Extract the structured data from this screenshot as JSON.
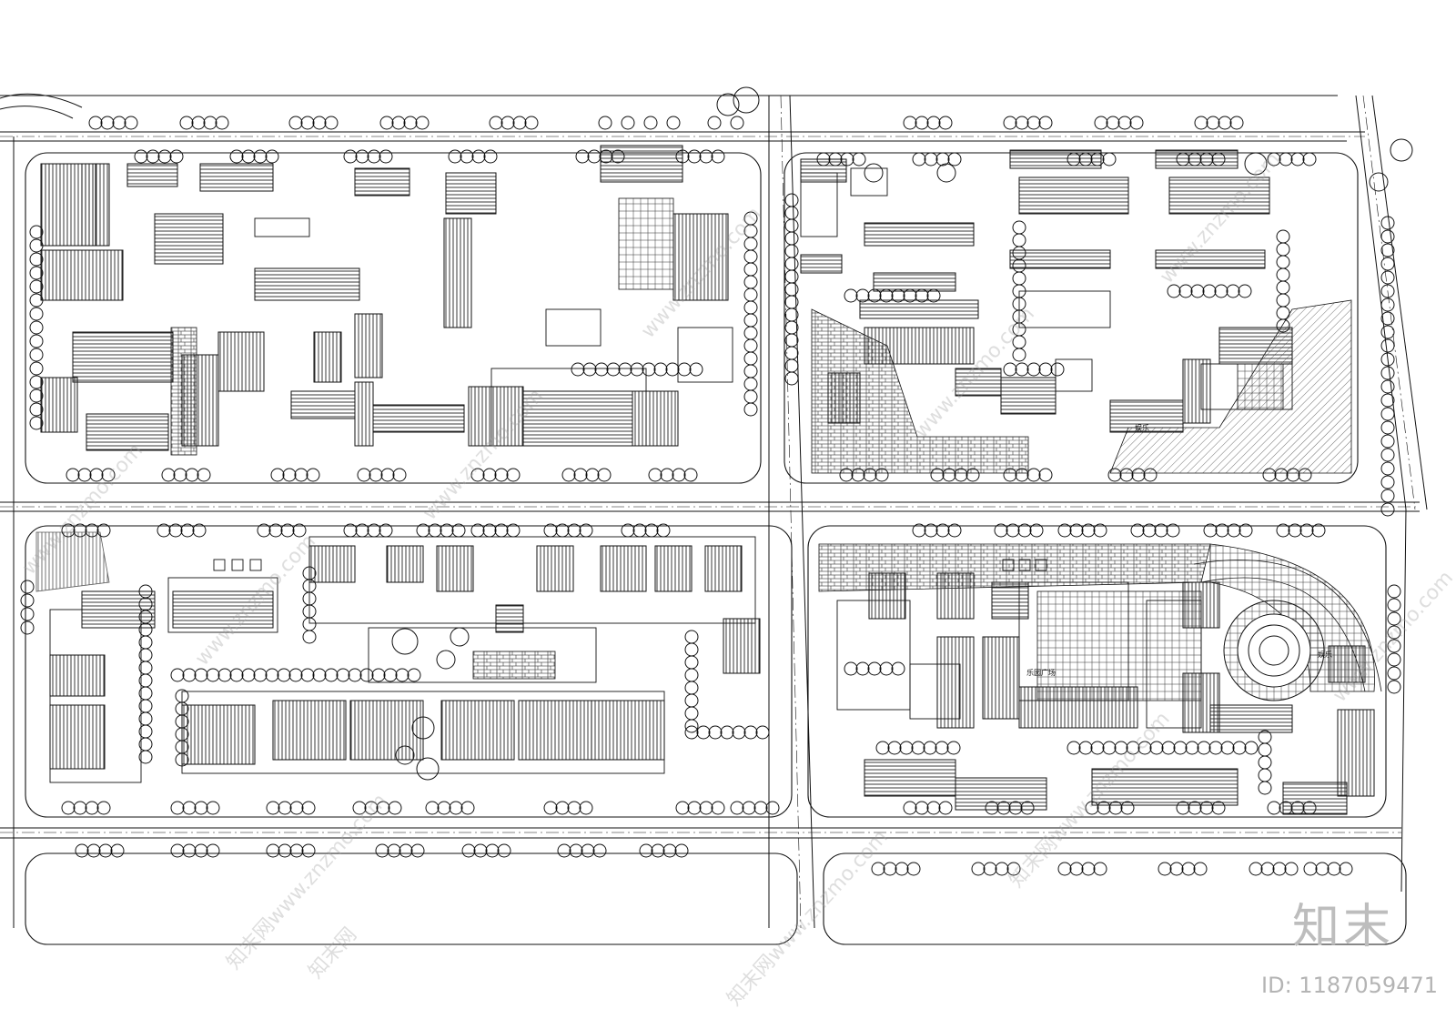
{
  "plan": {
    "labels": {
      "ne_block_label": "娱乐",
      "se_block_label_1": "娱乐",
      "se_block_label_2": "乐园广场"
    }
  },
  "watermark": {
    "site": "www.znzmo.com",
    "site_cn": "知末网",
    "logo": "知末",
    "id": "ID: 1187059471"
  },
  "colors": {
    "line": "#111111",
    "hatch": "#222222",
    "watermark": "#bdbdbd"
  }
}
